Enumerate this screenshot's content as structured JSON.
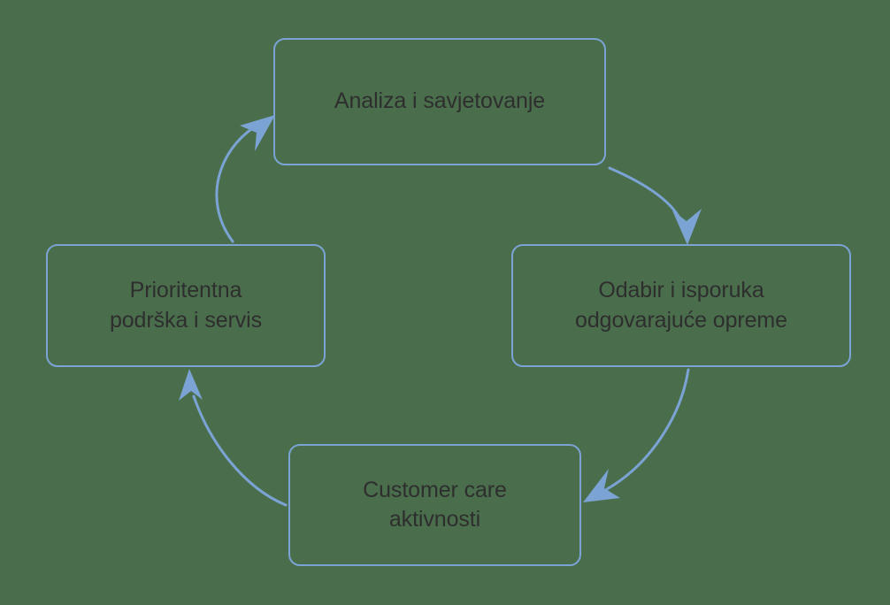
{
  "diagram": {
    "type": "cycle",
    "direction": "clockwise",
    "background_color": "#4a6e4c",
    "node_border_color": "#7ba3d4",
    "arrow_color": "#7ba3d4",
    "text_color": "#2e2e2e",
    "nodes": [
      {
        "id": "analiza",
        "label": "Analiza i savjetovanje",
        "position": "top"
      },
      {
        "id": "odabir",
        "label": "Odabir i isporuka\nodgovarajuće opreme",
        "position": "right"
      },
      {
        "id": "customer",
        "label": "Customer care\naktivnosti",
        "position": "bottom"
      },
      {
        "id": "podrska",
        "label": "Prioritentna\npodrška i servis",
        "position": "left"
      }
    ],
    "edges": [
      {
        "id": "edge-analiza-odabir",
        "from": "analiza",
        "to": "odabir"
      },
      {
        "id": "edge-odabir-customer",
        "from": "odabir",
        "to": "customer"
      },
      {
        "id": "edge-customer-podrska",
        "from": "customer",
        "to": "podrska"
      },
      {
        "id": "edge-podrska-analiza",
        "from": "podrska",
        "to": "analiza"
      }
    ]
  }
}
